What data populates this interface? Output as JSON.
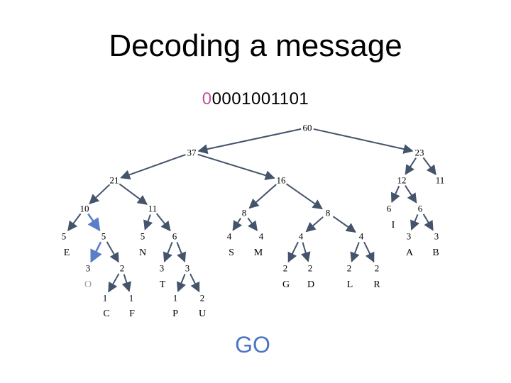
{
  "title": "Decoding a message",
  "message": {
    "first": "0",
    "rest": "0001001101"
  },
  "go_label": "GO",
  "colors": {
    "node_fill": "#ffffff",
    "edge": "#44546a",
    "highlight_edge": "#5b7ec8",
    "accent_bit": "#c0509a",
    "go": "#4a76c4"
  },
  "tree": {
    "nodes": [
      {
        "id": "n60",
        "value": "60"
      },
      {
        "id": "n37",
        "value": "37"
      },
      {
        "id": "n23",
        "value": "23"
      },
      {
        "id": "n21",
        "value": "21"
      },
      {
        "id": "n16",
        "value": "16"
      },
      {
        "id": "n12",
        "value": "12"
      },
      {
        "id": "n11r",
        "value": "11"
      },
      {
        "id": "n10",
        "value": "10"
      },
      {
        "id": "n11",
        "value": "11"
      },
      {
        "id": "n8a",
        "value": "8"
      },
      {
        "id": "n8b",
        "value": "8"
      },
      {
        "id": "n6a",
        "value": "6"
      },
      {
        "id": "n6b",
        "value": "6"
      },
      {
        "id": "n5e",
        "value": "5"
      },
      {
        "id": "n5b",
        "value": "5"
      },
      {
        "id": "n5n",
        "value": "5"
      },
      {
        "id": "n6c",
        "value": "6"
      },
      {
        "id": "n4s",
        "value": "4"
      },
      {
        "id": "n4m",
        "value": "4"
      },
      {
        "id": "n4a",
        "value": "4"
      },
      {
        "id": "n4b",
        "value": "4"
      },
      {
        "id": "n3a",
        "value": "3"
      },
      {
        "id": "n3b",
        "value": "3"
      },
      {
        "id": "n3o",
        "value": "3"
      },
      {
        "id": "n2a",
        "value": "2"
      },
      {
        "id": "n3t",
        "value": "3"
      },
      {
        "id": "n3c",
        "value": "3"
      },
      {
        "id": "n2g",
        "value": "2"
      },
      {
        "id": "n2d",
        "value": "2"
      },
      {
        "id": "n2l",
        "value": "2"
      },
      {
        "id": "n2r",
        "value": "2"
      },
      {
        "id": "n1c",
        "value": "1"
      },
      {
        "id": "n1f",
        "value": "1"
      },
      {
        "id": "n1p",
        "value": "1"
      },
      {
        "id": "n2u",
        "value": "2"
      }
    ],
    "edges": [
      [
        "n60",
        "n37"
      ],
      [
        "n60",
        "n23"
      ],
      [
        "n37",
        "n21"
      ],
      [
        "n37",
        "n16"
      ],
      [
        "n23",
        "n12"
      ],
      [
        "n23",
        "n11r"
      ],
      [
        "n21",
        "n10"
      ],
      [
        "n21",
        "n11"
      ],
      [
        "n16",
        "n8a"
      ],
      [
        "n16",
        "n8b"
      ],
      [
        "n12",
        "n6a"
      ],
      [
        "n12",
        "n6b"
      ],
      [
        "n10",
        "n5e"
      ],
      [
        "n10",
        "n5b"
      ],
      [
        "n11",
        "n5n"
      ],
      [
        "n11",
        "n6c"
      ],
      [
        "n8a",
        "n4s"
      ],
      [
        "n8a",
        "n4m"
      ],
      [
        "n8b",
        "n4a"
      ],
      [
        "n8b",
        "n4b"
      ],
      [
        "n6b",
        "n3a"
      ],
      [
        "n6b",
        "n3b"
      ],
      [
        "n5b",
        "n3o"
      ],
      [
        "n5b",
        "n2a"
      ],
      [
        "n6c",
        "n3t"
      ],
      [
        "n6c",
        "n3c"
      ],
      [
        "n4a",
        "n2g"
      ],
      [
        "n4a",
        "n2d"
      ],
      [
        "n4b",
        "n2l"
      ],
      [
        "n4b",
        "n2r"
      ],
      [
        "n2a",
        "n1c"
      ],
      [
        "n2a",
        "n1f"
      ],
      [
        "n3c",
        "n1p"
      ],
      [
        "n3c",
        "n2u"
      ]
    ],
    "highlight_edges": [
      [
        "n10",
        "n5b"
      ],
      [
        "n5b",
        "n3o"
      ]
    ],
    "letters": [
      {
        "id": "lE",
        "text": "E"
      },
      {
        "id": "lN",
        "text": "N"
      },
      {
        "id": "lS",
        "text": "S"
      },
      {
        "id": "lM",
        "text": "M"
      },
      {
        "id": "lI",
        "text": "I"
      },
      {
        "id": "lA",
        "text": "A"
      },
      {
        "id": "lB",
        "text": "B"
      },
      {
        "id": "lO",
        "text": "O"
      },
      {
        "id": "lT",
        "text": "T"
      },
      {
        "id": "lG",
        "text": "G"
      },
      {
        "id": "lD",
        "text": "D"
      },
      {
        "id": "lL",
        "text": "L"
      },
      {
        "id": "lR",
        "text": "R"
      },
      {
        "id": "lC",
        "text": "C"
      },
      {
        "id": "lF",
        "text": "F"
      },
      {
        "id": "lP",
        "text": "P"
      },
      {
        "id": "lU",
        "text": "U"
      }
    ]
  }
}
